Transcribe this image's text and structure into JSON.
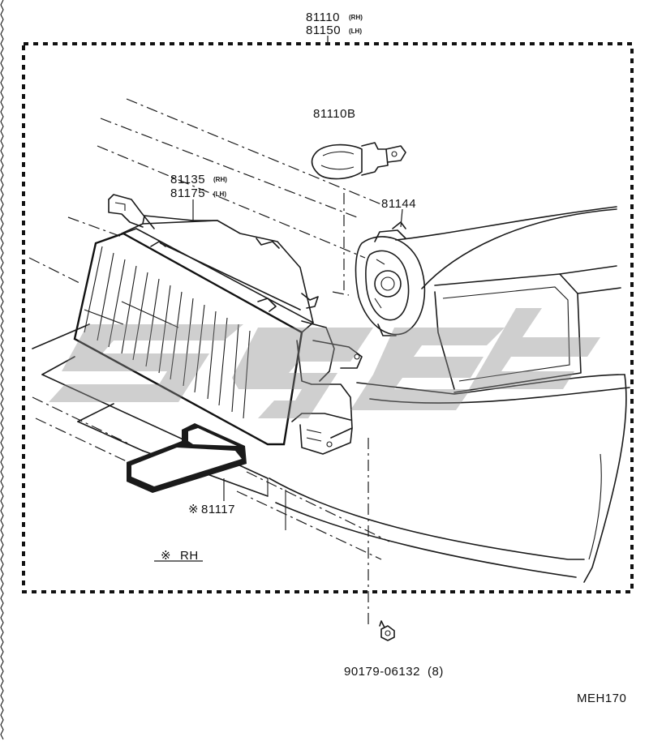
{
  "diagram": {
    "parts": {
      "headlamp_assy": {
        "number": "81110",
        "number_rh_suffix": "(RH)",
        "number_lh": "81150",
        "number_lh_suffix": "(LH)"
      },
      "bulb": {
        "number": "81110B"
      },
      "bulb_socket": {
        "number": "81144"
      },
      "lens_housing": {
        "number_rh": "81135",
        "number_rh_suffix": "(RH)",
        "number_lh": "81175",
        "number_lh_suffix": "(LH)"
      },
      "bracket": {
        "marker": "※",
        "number": "81117"
      },
      "nut": {
        "number": "90179-06132",
        "qty": "(8)"
      }
    },
    "note": {
      "marker": "※",
      "text": "RH"
    },
    "drawing_code": "MEH170"
  }
}
